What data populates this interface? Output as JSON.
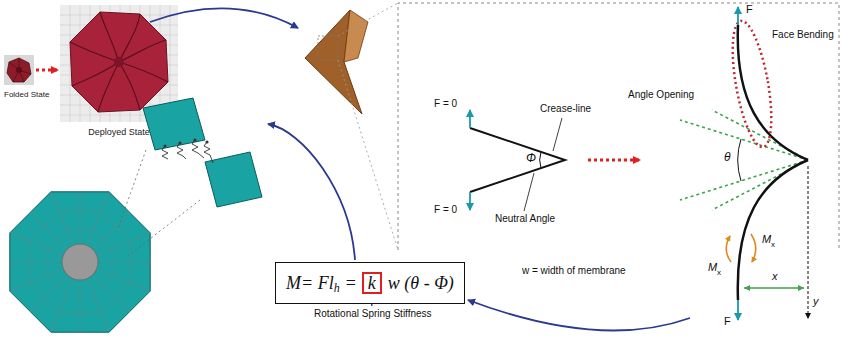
{
  "diagram": {
    "nodes": [
      {
        "text": [
          "Folded State"
        ]
      },
      {
        "text": [
          "Deployed State"
        ]
      },
      {
        "text": [
          "M= Fl",
          "h",
          "=",
          "k",
          "w (θ - Φ)",
          "Rotational Spring Stiffness"
        ]
      }
    ],
    "edges": [
      {
        "from": 0,
        "to": 1,
        "arrow": "to"
      }
    ],
    "labels": [
      "Crease-line",
      "Φ",
      "F = 0",
      "Neutral Angle",
      "F = 0",
      "w = width of membrane",
      "F",
      "Face Bending",
      "Angle Opening",
      "θ",
      "M",
      "x",
      "M",
      "x",
      "x",
      "y",
      "F"
    ]
  }
}
